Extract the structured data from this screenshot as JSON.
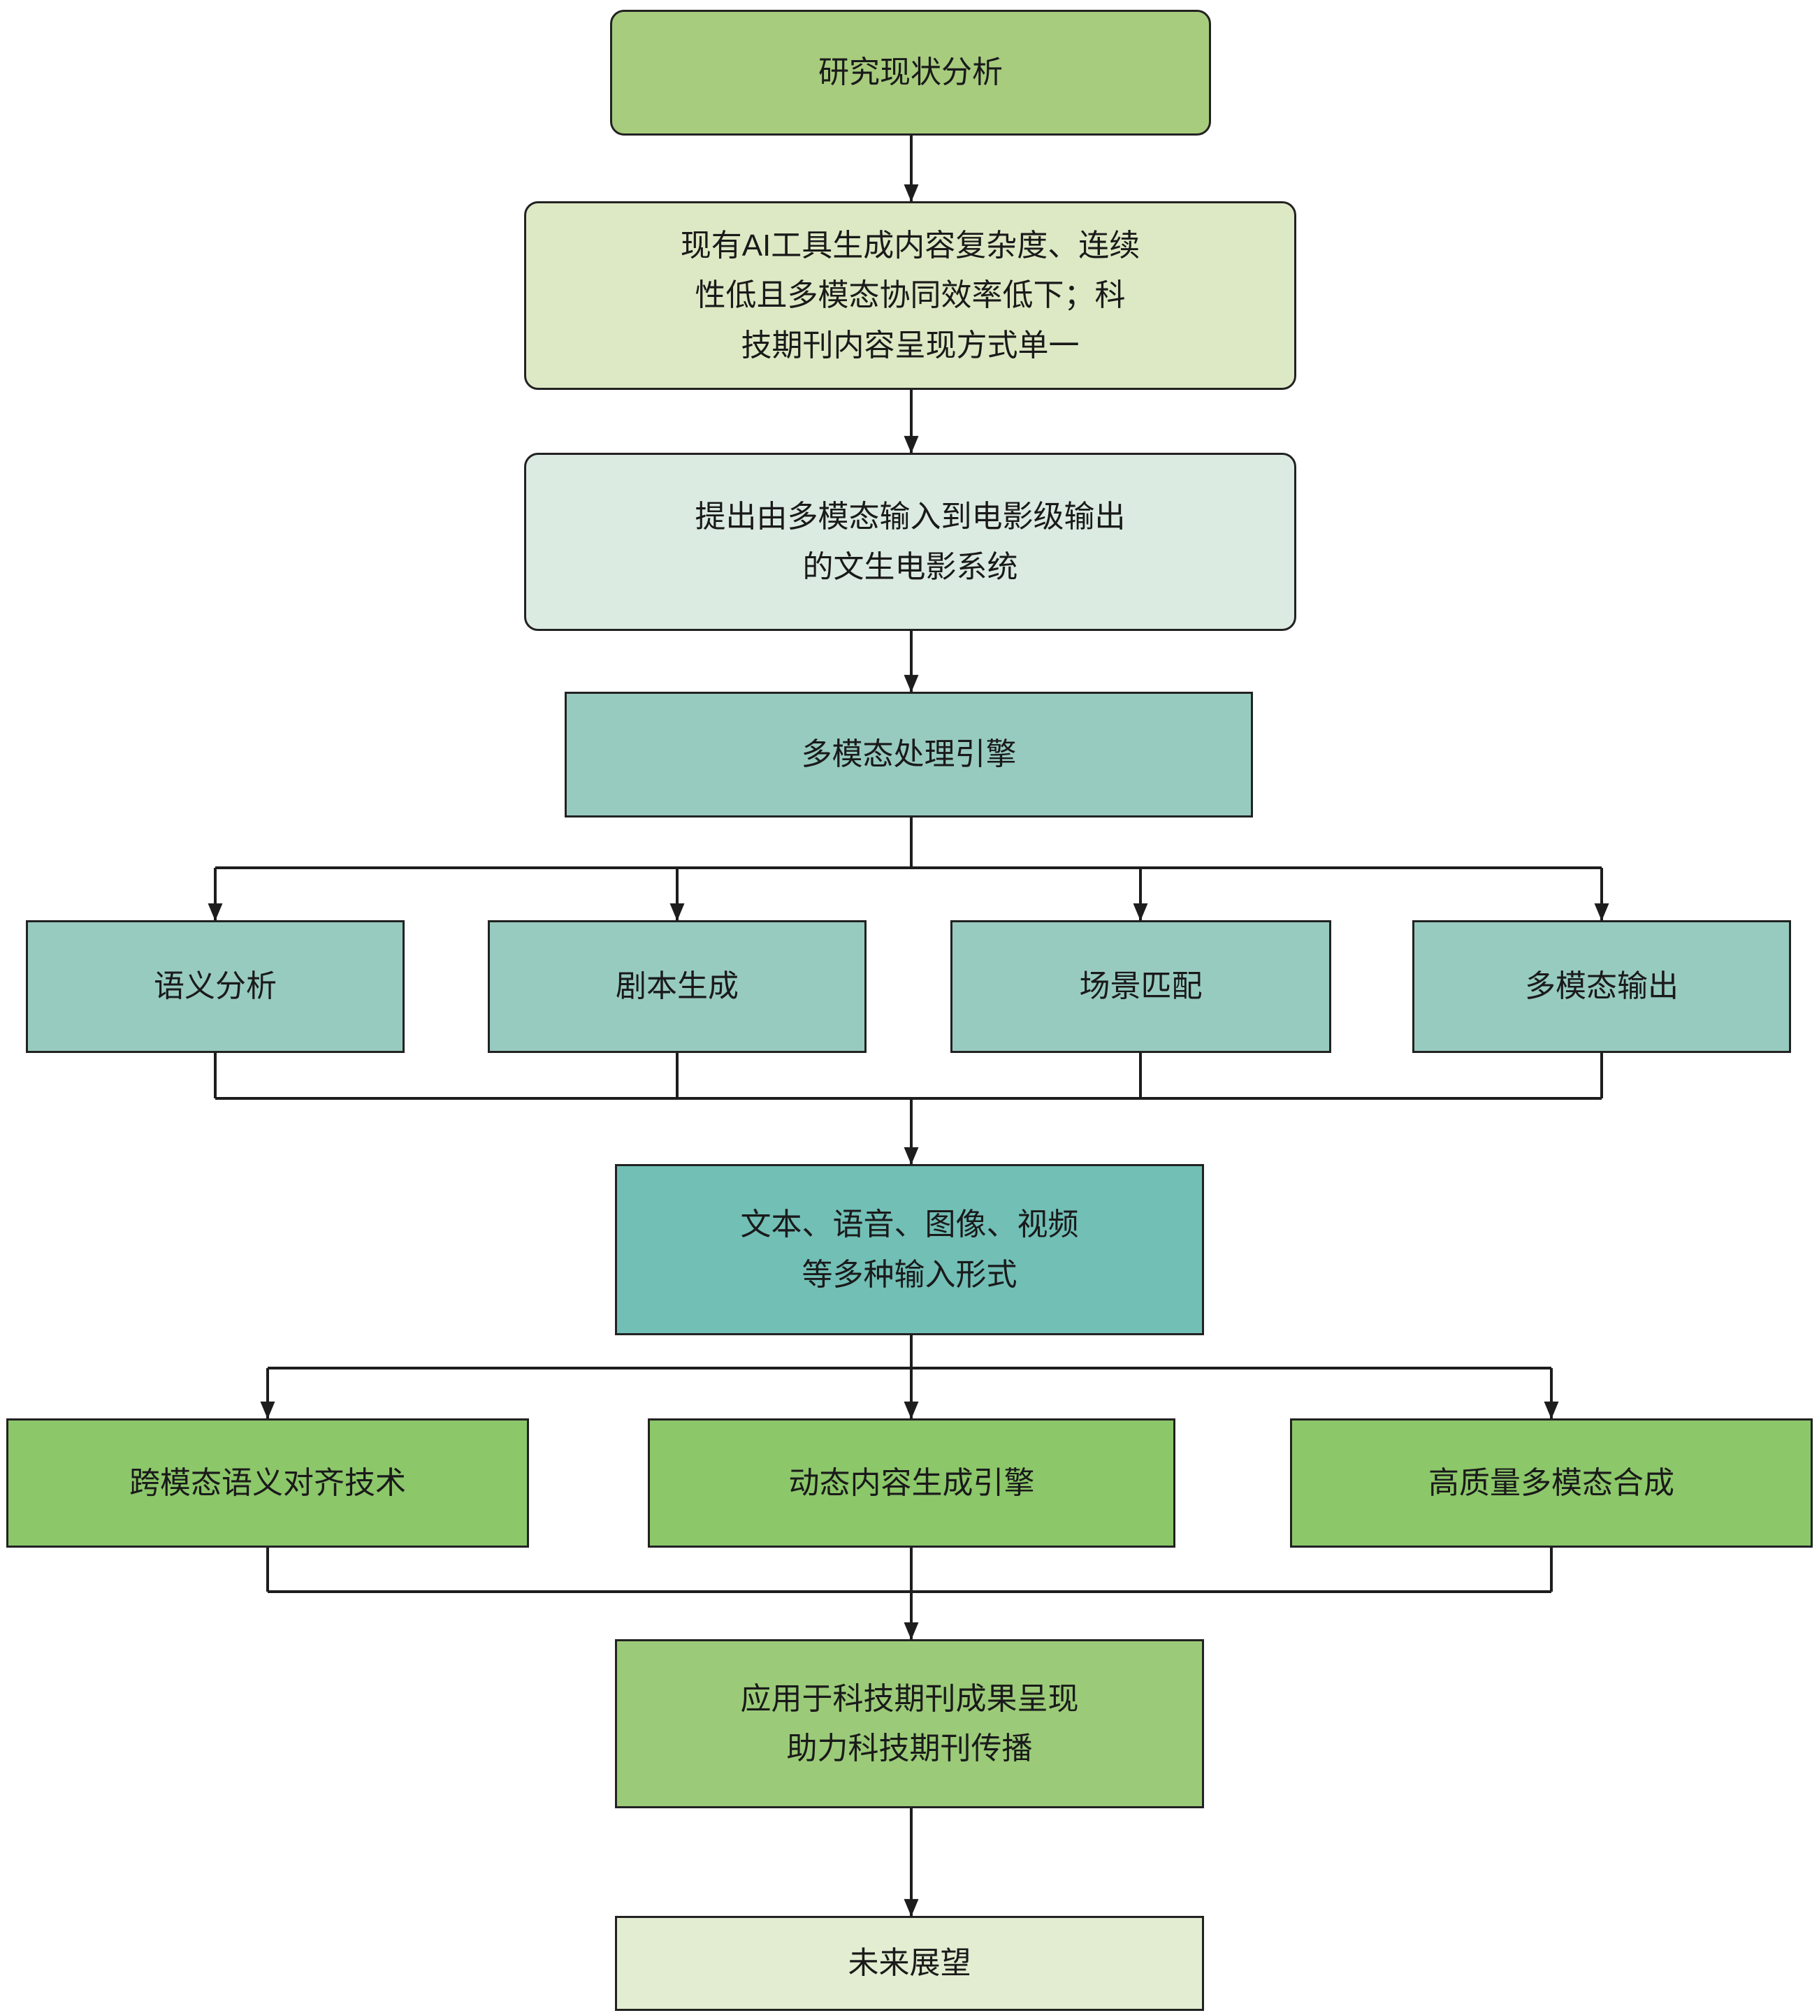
{
  "diagram": {
    "type": "flowchart",
    "nodes": {
      "research_status": {
        "label": "研究现状分析"
      },
      "problem": {
        "label": "现有AI工具生成内容复杂度、连续\n性低且多模态协同效率低下；科\n技期刊内容呈现方式单一"
      },
      "proposal": {
        "label": "提出由多模态输入到电影级输出\n的文生电影系统"
      },
      "engine": {
        "label": "多模态处理引擎"
      },
      "semantic_analysis": {
        "label": "语义分析"
      },
      "script_generation": {
        "label": "剧本生成"
      },
      "scene_matching": {
        "label": "场景匹配"
      },
      "multimodal_output": {
        "label": "多模态输出"
      },
      "input_forms": {
        "label": "文本、语音、图像、视频\n等多种输入形式"
      },
      "cross_modal_alignment": {
        "label": "跨模态语义对齐技术"
      },
      "dynamic_content_engine": {
        "label": "动态内容生成引擎"
      },
      "high_quality_synthesis": {
        "label": "高质量多模态合成"
      },
      "journal_application": {
        "label": "应用于科技期刊成果呈现\n助力科技期刊传播"
      },
      "future_outlook": {
        "label": "未来展望"
      }
    },
    "colors": {
      "stage_green": "#a7cc7e",
      "pale_green": "#dde9c4",
      "pale_cyan": "#dcebe2",
      "teal": "#98cbc0",
      "dark_teal": "#72bfb6",
      "mid_green": "#8cc76a",
      "apply_green": "#9bcb78",
      "light_green": "#e2edd1",
      "border": "#222222",
      "arrow": "#1d1d1d"
    }
  }
}
